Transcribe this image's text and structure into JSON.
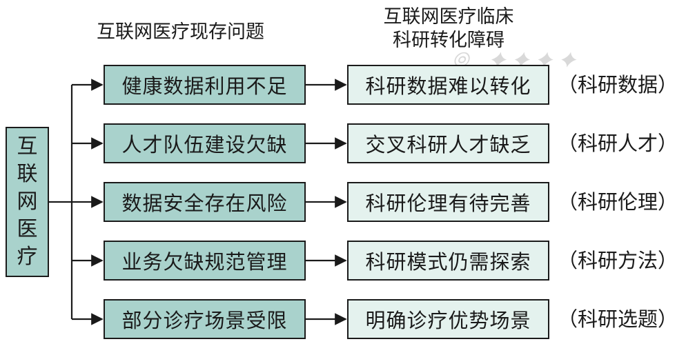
{
  "headers": {
    "left": "互联网医疗现存问题",
    "right_line1": "互联网医疗临床",
    "right_line2": "科研转化障碍"
  },
  "root": [
    "互",
    "联",
    "网",
    "医",
    "疗"
  ],
  "rows": [
    {
      "problem": "健康数据利用不足",
      "barrier": "科研数据难以转化",
      "category": "（科研数据）"
    },
    {
      "problem": "人才队伍建设欠缺",
      "barrier": "交叉科研人才缺乏",
      "category": "（科研人才）"
    },
    {
      "problem": "数据安全存在风险",
      "barrier": "科研伦理有待完善",
      "category": "（科研伦理）"
    },
    {
      "problem": "业务欠缺规范管理",
      "barrier": "科研模式仍需探索",
      "category": "（科研方法）"
    },
    {
      "problem": "部分诊疗场景受限",
      "barrier": "明确诊疗优势场景",
      "category": "（科研选题）"
    }
  ]
}
